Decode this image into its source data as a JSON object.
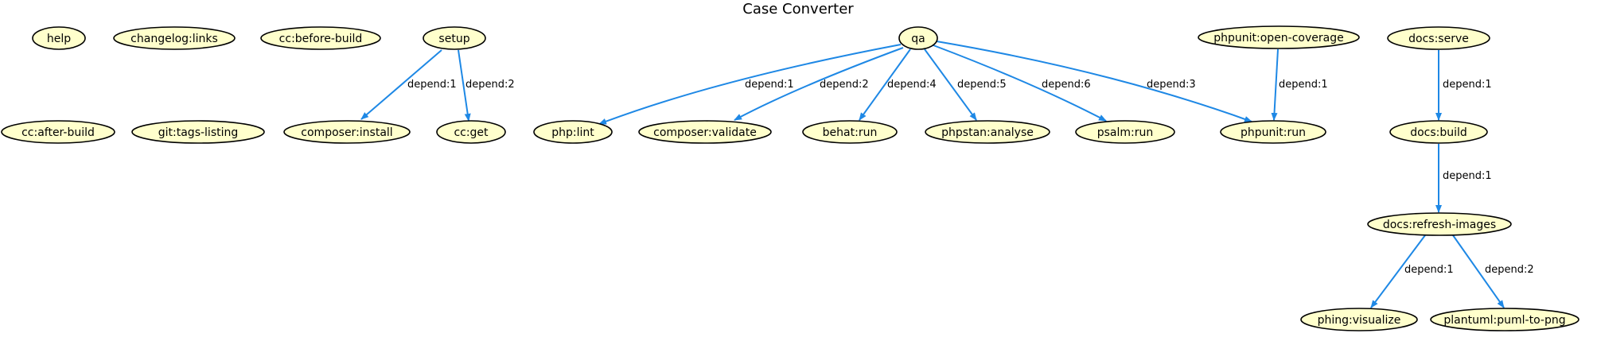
{
  "title": "Case Converter",
  "colors": {
    "node_fill": "#ffffcc",
    "node_stroke": "#000000",
    "edge": "#1e88e5"
  },
  "nodes": [
    {
      "id": "help",
      "label": "help"
    },
    {
      "id": "changelog_links",
      "label": "changelog:links"
    },
    {
      "id": "cc_before_build",
      "label": "cc:before-build"
    },
    {
      "id": "setup",
      "label": "setup"
    },
    {
      "id": "qa",
      "label": "qa"
    },
    {
      "id": "phpunit_open_coverage",
      "label": "phpunit:open-coverage"
    },
    {
      "id": "docs_serve",
      "label": "docs:serve"
    },
    {
      "id": "cc_after_build",
      "label": "cc:after-build"
    },
    {
      "id": "git_tags_listing",
      "label": "git:tags-listing"
    },
    {
      "id": "composer_install",
      "label": "composer:install"
    },
    {
      "id": "cc_get",
      "label": "cc:get"
    },
    {
      "id": "php_lint",
      "label": "php:lint"
    },
    {
      "id": "composer_validate",
      "label": "composer:validate"
    },
    {
      "id": "behat_run",
      "label": "behat:run"
    },
    {
      "id": "phpstan_analyse",
      "label": "phpstan:analyse"
    },
    {
      "id": "psalm_run",
      "label": "psalm:run"
    },
    {
      "id": "phpunit_run",
      "label": "phpunit:run"
    },
    {
      "id": "docs_build",
      "label": "docs:build"
    },
    {
      "id": "docs_refresh_images",
      "label": "docs:refresh-images"
    },
    {
      "id": "phing_visualize",
      "label": "phing:visualize"
    },
    {
      "id": "plantuml_puml_to_png",
      "label": "plantuml:puml-to-png"
    }
  ],
  "edges": [
    {
      "from": "setup",
      "to": "composer_install",
      "label": "depend:1"
    },
    {
      "from": "setup",
      "to": "cc_get",
      "label": "depend:2"
    },
    {
      "from": "qa",
      "to": "php_lint",
      "label": "depend:1"
    },
    {
      "from": "qa",
      "to": "composer_validate",
      "label": "depend:2"
    },
    {
      "from": "qa",
      "to": "behat_run",
      "label": "depend:4"
    },
    {
      "from": "qa",
      "to": "phpstan_analyse",
      "label": "depend:5"
    },
    {
      "from": "qa",
      "to": "psalm_run",
      "label": "depend:6"
    },
    {
      "from": "qa",
      "to": "phpunit_run",
      "label": "depend:3"
    },
    {
      "from": "phpunit_open_coverage",
      "to": "phpunit_run",
      "label": "depend:1"
    },
    {
      "from": "docs_serve",
      "to": "docs_build",
      "label": "depend:1"
    },
    {
      "from": "docs_build",
      "to": "docs_refresh_images",
      "label": "depend:1"
    },
    {
      "from": "docs_refresh_images",
      "to": "phing_visualize",
      "label": "depend:1"
    },
    {
      "from": "docs_refresh_images",
      "to": "plantuml_puml_to_png",
      "label": "depend:2"
    }
  ]
}
